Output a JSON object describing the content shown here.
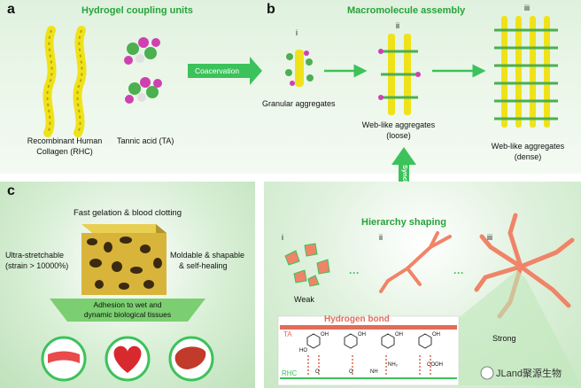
{
  "panel_a": {
    "letter": "a",
    "heading": "Hydrogel coupling units",
    "rhc_label_1": "Recombinant Human",
    "rhc_label_2": "Collagen (RHC)",
    "ta_label": "Tannic acid (TA)",
    "arrow_label": "Coacervation"
  },
  "panel_b": {
    "letter": "b",
    "heading": "Macromolecule assembly",
    "stage_i": "i",
    "stage_ii": "ii",
    "stage_iii": "iii",
    "label_i": "Granular aggregates",
    "label_ii_1": "Web-like aggregates",
    "label_ii_2": "(loose)",
    "label_iii_1": "Web-like aggregates",
    "label_iii_2": "(dense)",
    "vertical_label": "Synchronous"
  },
  "panel_c": {
    "letter": "c",
    "top": "Fast gelation & blood clotting",
    "left_1": "Ultra-stretchable",
    "left_2": "(strain > 10000%)",
    "right_1": "Moldable & shapable",
    "right_2": "& self-healing",
    "bottom_1": "Adhesion to wet and",
    "bottom_2": "dynamic biological tissues"
  },
  "panel_h": {
    "heading": "Hierarchy shaping",
    "stage_i": "i",
    "stage_ii": "ii",
    "stage_iii": "iii",
    "dots": "···",
    "weak": "Weak",
    "strong": "Strong",
    "bond": "Hydrogen bond",
    "ta": "TA",
    "rhc": "RHC",
    "oh": "OH",
    "ho": "HO",
    "o": "O",
    "nh": "NH",
    "nh2": "NH₂",
    "cooh": "COOH",
    "watermark": "JLand聚源生物"
  },
  "colors": {
    "heading": "#27a33a",
    "arrow": "#3cc25a",
    "collagen": "#f0e21a",
    "ta_green": "#4caf50",
    "ta_magenta": "#d040b0",
    "fragment": "#f08468",
    "bond": "#e06c5a"
  }
}
